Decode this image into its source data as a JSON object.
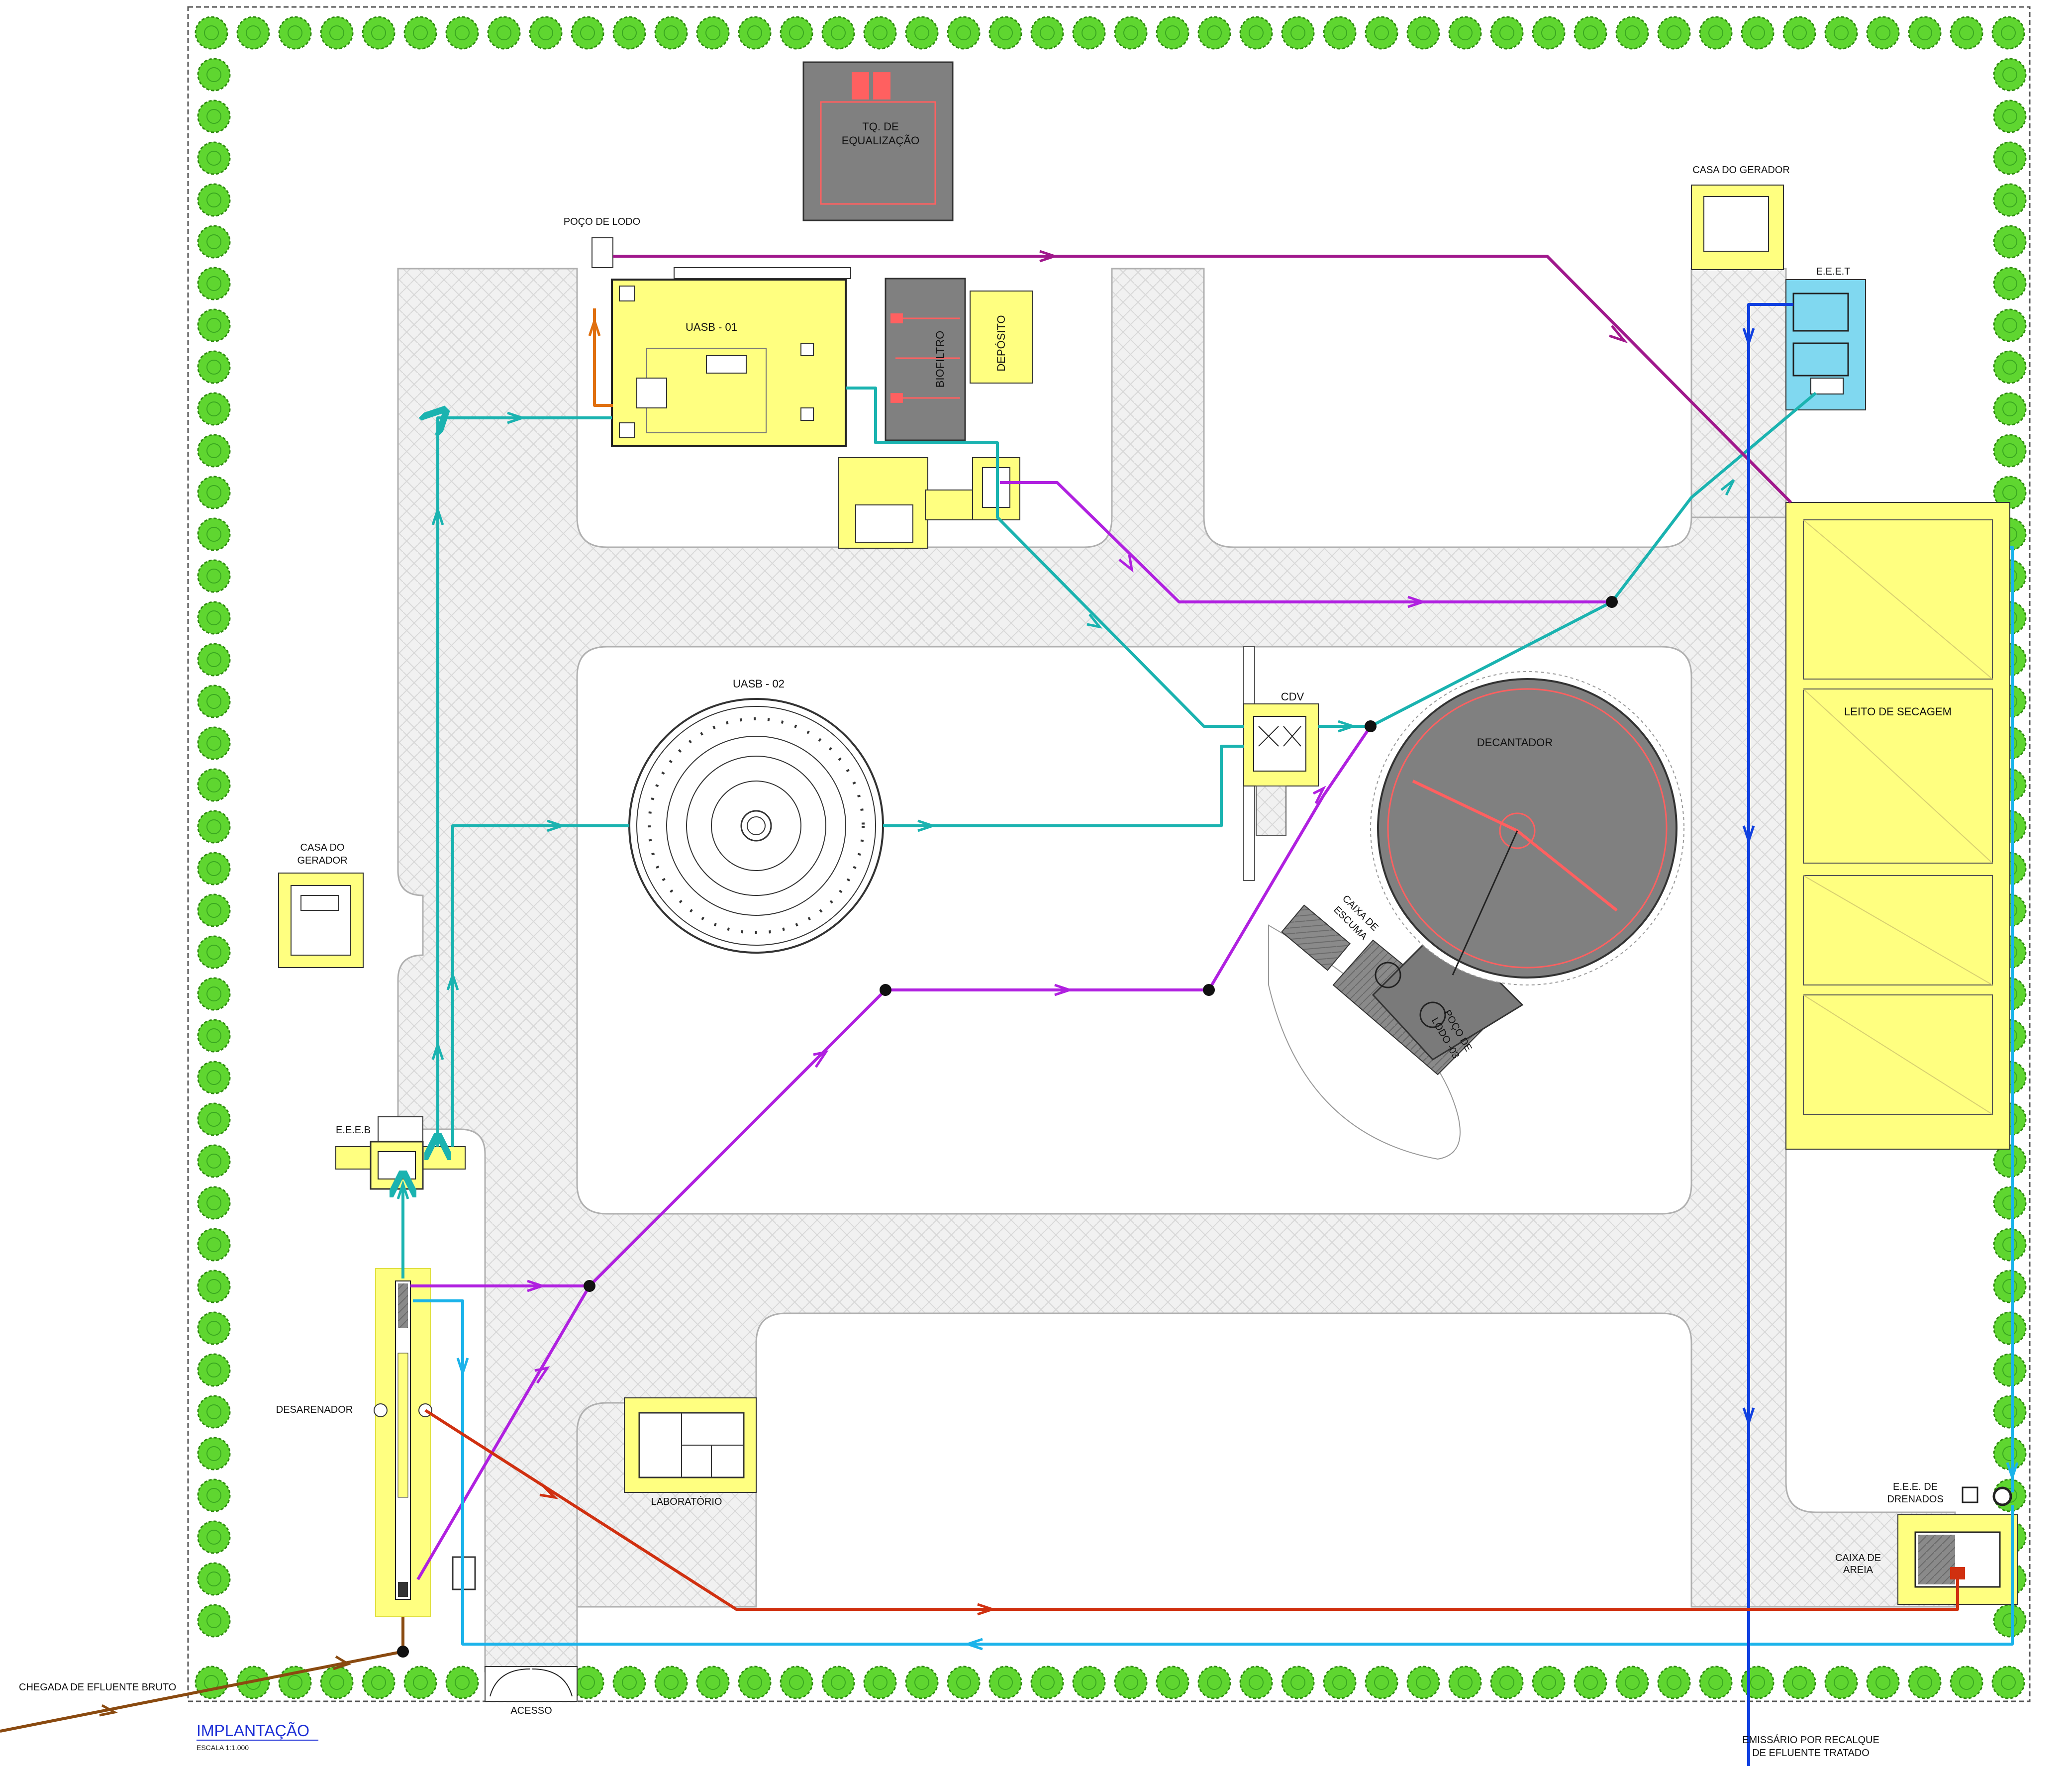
{
  "drawing": {
    "title": "IMPLANTAÇÃO",
    "scale": "ESCALA 1:1.000"
  },
  "labels": {
    "tq_equalizacao_line1": "TQ. DE",
    "tq_equalizacao_line2": "EQUALIZAÇÃO",
    "poco_de_lodo": "POÇO DE LODO",
    "uasb_01": "UASB - 01",
    "biofiltro": "BIOFILTRO",
    "deposito": "DEPÓSITO",
    "casa_gerador_top": "CASA DO GERADOR",
    "eeet": "E.E.E.T",
    "leito_de_secagem": "LEITO DE SECAGEM",
    "uasb_02": "UASB - 02",
    "cdv": "CDV",
    "decantador": "DECANTADOR",
    "caixa_escuma_line1": "CAIXA DE",
    "caixa_escuma_line2": "ESCUMA",
    "poco_lodo_03_line1": "POÇO DE",
    "poco_lodo_03_line2": "LODO -03",
    "casa_gerador_left_line1": "CASA DO",
    "casa_gerador_left_line2": "GERADOR",
    "eeeb": "E.E.E.B",
    "desarenador": "DESARENADOR",
    "laboratorio": "LABORATÓRIO",
    "eee_drenados_line1": "E.E.E. DE",
    "eee_drenados_line2": "DRENADOS",
    "caixa_areia_line1": "CAIXA DE",
    "caixa_areia_line2": "AREIA",
    "chegada": "CHEGADA DE EFLUENTE BRUTO",
    "acesso": "ACESSO",
    "emissario_line1": "EMISSÁRIO POR RECALQUE",
    "emissario_line2": "DE EFLUENTE TRATADO"
  },
  "colors": {
    "building": "#ffff80",
    "tank_gray": "#808080",
    "road": "#f1f1f1",
    "tree": "#5fd630",
    "teal_flow": "#1ab3b0",
    "purple_flow": "#b020e0",
    "magenta_flow": "#a0188c",
    "lightblue_flow": "#1bb3ea",
    "darkblue_flow": "#1040e0",
    "red_flow": "#d03010",
    "brown_flow": "#8a4a10",
    "orange_flow": "#e07010",
    "eeet_bg": "#80d8f0",
    "title_blue": "#1d2fd6"
  }
}
